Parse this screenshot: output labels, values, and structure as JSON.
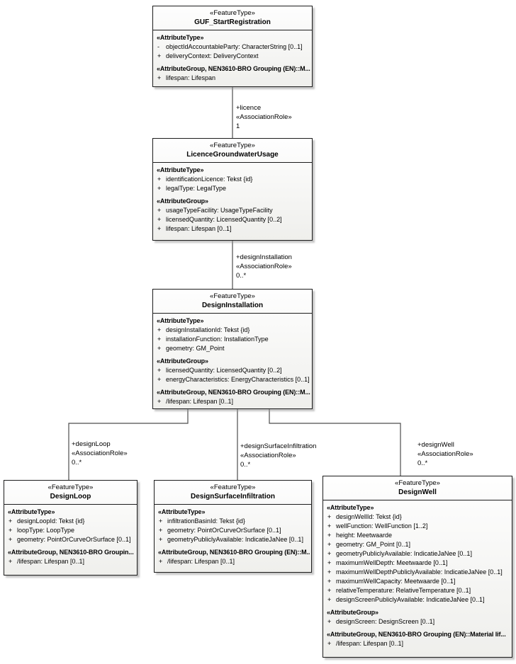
{
  "diagram": {
    "style": {
      "box_border": "#1c1c1c",
      "box_fill": "#f4f4f1",
      "shadow": "#969696",
      "line": "#4d4d4d",
      "background": "#ffffff"
    },
    "classes": {
      "guf": {
        "stereotype": "«FeatureType»",
        "name": "GUF_StartRegistration",
        "rows": [
          {
            "kind": "header",
            "text": "«AttributeType»"
          },
          {
            "kind": "attr",
            "vis": "-",
            "text": "objectIdAccountableParty: CharacterString [0..1]"
          },
          {
            "kind": "attr",
            "vis": "+",
            "text": "deliveryContext: DeliveryContext"
          },
          {
            "kind": "header",
            "text": "«AttributeGroup, NEN3610-BRO Grouping (EN)::M..."
          },
          {
            "kind": "attr",
            "vis": "+",
            "text": "lifespan: Lifespan"
          }
        ]
      },
      "licence": {
        "stereotype": "«FeatureType»",
        "name": "LicenceGroundwaterUsage",
        "rows": [
          {
            "kind": "header",
            "text": "«AttributeType»"
          },
          {
            "kind": "attr",
            "vis": "+",
            "text": "identificationLicence: Tekst {id}"
          },
          {
            "kind": "attr",
            "vis": "+",
            "text": "legalType: LegalType"
          },
          {
            "kind": "header",
            "text": "«AttributeGroup»"
          },
          {
            "kind": "attr",
            "vis": "+",
            "text": "usageTypeFacility: UsageTypeFacility"
          },
          {
            "kind": "attr",
            "vis": "+",
            "text": "licensedQuantity: LicensedQuantity [0..2]"
          },
          {
            "kind": "attr",
            "vis": "+",
            "text": "lifespan: Lifespan [0..1]"
          }
        ]
      },
      "installation": {
        "stereotype": "«FeatureType»",
        "name": "DesignInstallation",
        "rows": [
          {
            "kind": "header",
            "text": "«AttributeType»"
          },
          {
            "kind": "attr",
            "vis": "+",
            "text": "designInstallationId: Tekst {id}"
          },
          {
            "kind": "attr",
            "vis": "+",
            "text": "installationFunction: InstallationType"
          },
          {
            "kind": "attr",
            "vis": "+",
            "text": "geometry: GM_Point"
          },
          {
            "kind": "header",
            "text": "«AttributeGroup»"
          },
          {
            "kind": "attr",
            "vis": "+",
            "text": "licensedQuantity: LicensedQuantity [0..2]"
          },
          {
            "kind": "attr",
            "vis": "+",
            "text": "energyCharacteristics: EnergyCharacteristics [0..1]"
          },
          {
            "kind": "header",
            "text": "«AttributeGroup, NEN3610-BRO Grouping (EN)::M..."
          },
          {
            "kind": "attr",
            "vis": "+",
            "text": "/lifespan: Lifespan [0..1]"
          }
        ]
      },
      "loop": {
        "stereotype": "«FeatureType»",
        "name": "DesignLoop",
        "rows": [
          {
            "kind": "header",
            "text": "«AttributeType»"
          },
          {
            "kind": "attr",
            "vis": "+",
            "text": "designLoopId: Tekst {id}"
          },
          {
            "kind": "attr",
            "vis": "+",
            "text": "loopType: LoopType"
          },
          {
            "kind": "attr",
            "vis": "+",
            "text": "geometry: PointOrCurveOrSurface [0..1]"
          },
          {
            "kind": "header",
            "text": "«AttributeGroup, NEN3610-BRO Groupin..."
          },
          {
            "kind": "attr",
            "vis": "+",
            "text": "/lifespan: Lifespan [0..1]"
          }
        ]
      },
      "surface": {
        "stereotype": "«FeatureType»",
        "name": "DesignSurfaceInfiltration",
        "rows": [
          {
            "kind": "header",
            "text": "«AttributeType»"
          },
          {
            "kind": "attr",
            "vis": "+",
            "text": "infiltrationBasinId: Tekst {id}"
          },
          {
            "kind": "attr",
            "vis": "+",
            "text": "geometry: PointOrCurveOrSurface [0..1]"
          },
          {
            "kind": "attr",
            "vis": "+",
            "text": "geometryPubliclyAvailable: IndicatieJaNee [0..1]"
          },
          {
            "kind": "header",
            "text": "«AttributeGroup, NEN3610-BRO Grouping (EN)::M..."
          },
          {
            "kind": "attr",
            "vis": "+",
            "text": "/lifespan: Lifespan [0..1]"
          }
        ]
      },
      "well": {
        "stereotype": "«FeatureType»",
        "name": "DesignWell",
        "rows": [
          {
            "kind": "header",
            "text": "«AttributeType»"
          },
          {
            "kind": "attr",
            "vis": "+",
            "text": "designWellId: Tekst {id}"
          },
          {
            "kind": "attr",
            "vis": "+",
            "text": "wellFunction: WellFunction [1..2]"
          },
          {
            "kind": "attr",
            "vis": "+",
            "text": "height: Meetwaarde"
          },
          {
            "kind": "attr",
            "vis": "+",
            "text": "geometry: GM_Point [0..1]"
          },
          {
            "kind": "attr",
            "vis": "+",
            "text": "geometryPubliclyAvailable: IndicatieJaNee [0..1]"
          },
          {
            "kind": "attr",
            "vis": "+",
            "text": "maximumWellDepth: Meetwaarde [0..1]"
          },
          {
            "kind": "attr",
            "vis": "+",
            "text": "maximumWellDepthPubliclyAvailable: IndicatieJaNee [0..1]"
          },
          {
            "kind": "attr",
            "vis": "+",
            "text": "maximumWellCapacity: Meetwaarde [0..1]"
          },
          {
            "kind": "attr",
            "vis": "+",
            "text": "relativeTemperature: RelativeTemperature [0..1]"
          },
          {
            "kind": "attr",
            "vis": "+",
            "text": "designScreenPubliclyAvailable: IndicatieJaNee [0..1]"
          },
          {
            "kind": "header",
            "text": "«AttributeGroup»"
          },
          {
            "kind": "attr",
            "vis": "+",
            "text": "designScreen: DesignScreen [0..1]"
          },
          {
            "kind": "header",
            "text": "«AttributeGroup, NEN3610-BRO Grouping (EN)::Material lif..."
          },
          {
            "kind": "attr",
            "vis": "+",
            "text": "/lifespan: Lifespan [0..1]"
          }
        ]
      }
    },
    "connectors": {
      "licence": {
        "role": "+licence",
        "stereotype": "«AssociationRole»",
        "multiplicity": "1"
      },
      "installation": {
        "role": "+designInstallation",
        "stereotype": "«AssociationRole»",
        "multiplicity": "0..*"
      },
      "loop": {
        "role": "+designLoop",
        "stereotype": "«AssociationRole»",
        "multiplicity": "0..*"
      },
      "surface": {
        "role": "+designSurfaceInfiltration",
        "stereotype": "«AssociationRole»",
        "multiplicity": "0..*"
      },
      "well": {
        "role": "+designWell",
        "stereotype": "«AssociationRole»",
        "multiplicity": "0..*"
      }
    }
  }
}
